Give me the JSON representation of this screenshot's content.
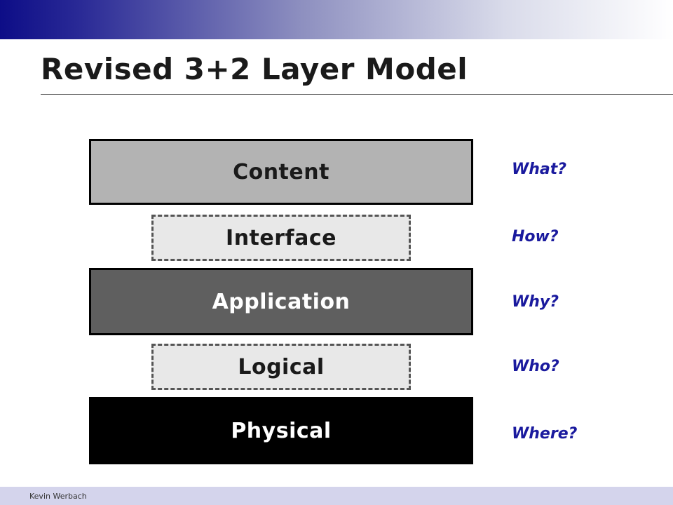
{
  "slide": {
    "title": "Revised 3+2 Layer Model",
    "footer": "Kevin Werbach"
  },
  "colors": {
    "accent_question": "#1a1a9e",
    "header_gradient_start": "#0d0d87",
    "footer_band": "#d4d4ec"
  },
  "layers": [
    {
      "label": "Content",
      "question": "What?",
      "style": "solid",
      "fill": "#b3b3b3",
      "text_color": "#1a1a1a"
    },
    {
      "label": "Interface",
      "question": "How?",
      "style": "dashed",
      "fill": "#e8e8e8",
      "text_color": "#1a1a1a"
    },
    {
      "label": "Application",
      "question": "Why?",
      "style": "solid",
      "fill": "#5f5f5f",
      "text_color": "#ffffff"
    },
    {
      "label": "Logical",
      "question": "Who?",
      "style": "dashed",
      "fill": "#e8e8e8",
      "text_color": "#1a1a1a"
    },
    {
      "label": "Physical",
      "question": "Where?",
      "style": "solid",
      "fill": "#000000",
      "text_color": "#ffffff"
    }
  ]
}
